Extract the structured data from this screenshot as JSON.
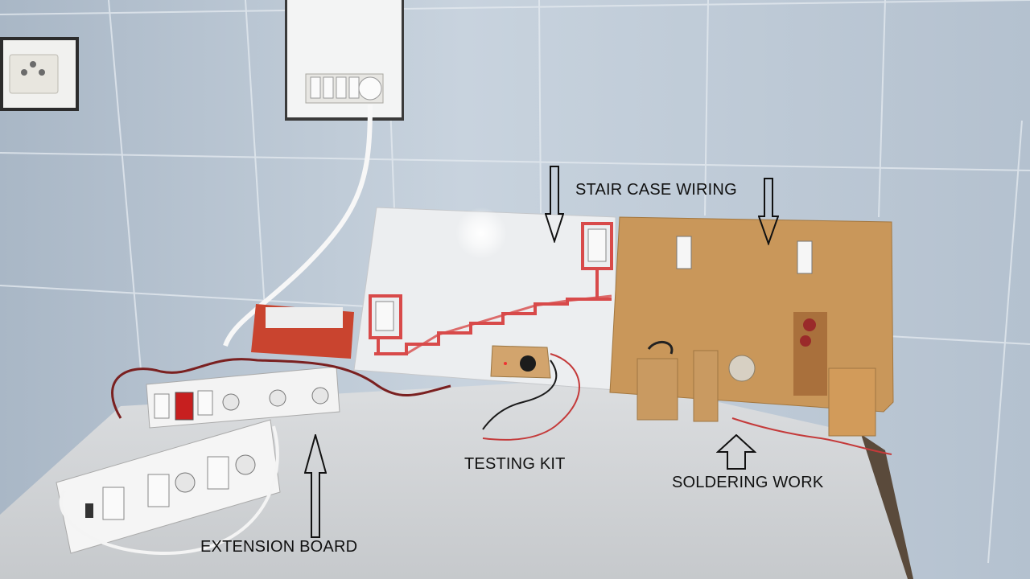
{
  "labels": {
    "stair_case_wiring": "STAIR CASE WIRING",
    "testing_kit": "TESTING KIT",
    "soldering_work": "SOLDERING WORK",
    "extension_board": "EXTENSION BOARD"
  },
  "arrows": {
    "stair_left": "down",
    "stair_right": "down",
    "soldering": "up",
    "extension": "up"
  },
  "colors": {
    "wall_tile": "#b9c6d3",
    "table_top": "#d4d7da",
    "cardboard": "#c9975a",
    "white_board": "#eceef0",
    "stair_red": "#d84a4a",
    "label_text": "#111111"
  }
}
